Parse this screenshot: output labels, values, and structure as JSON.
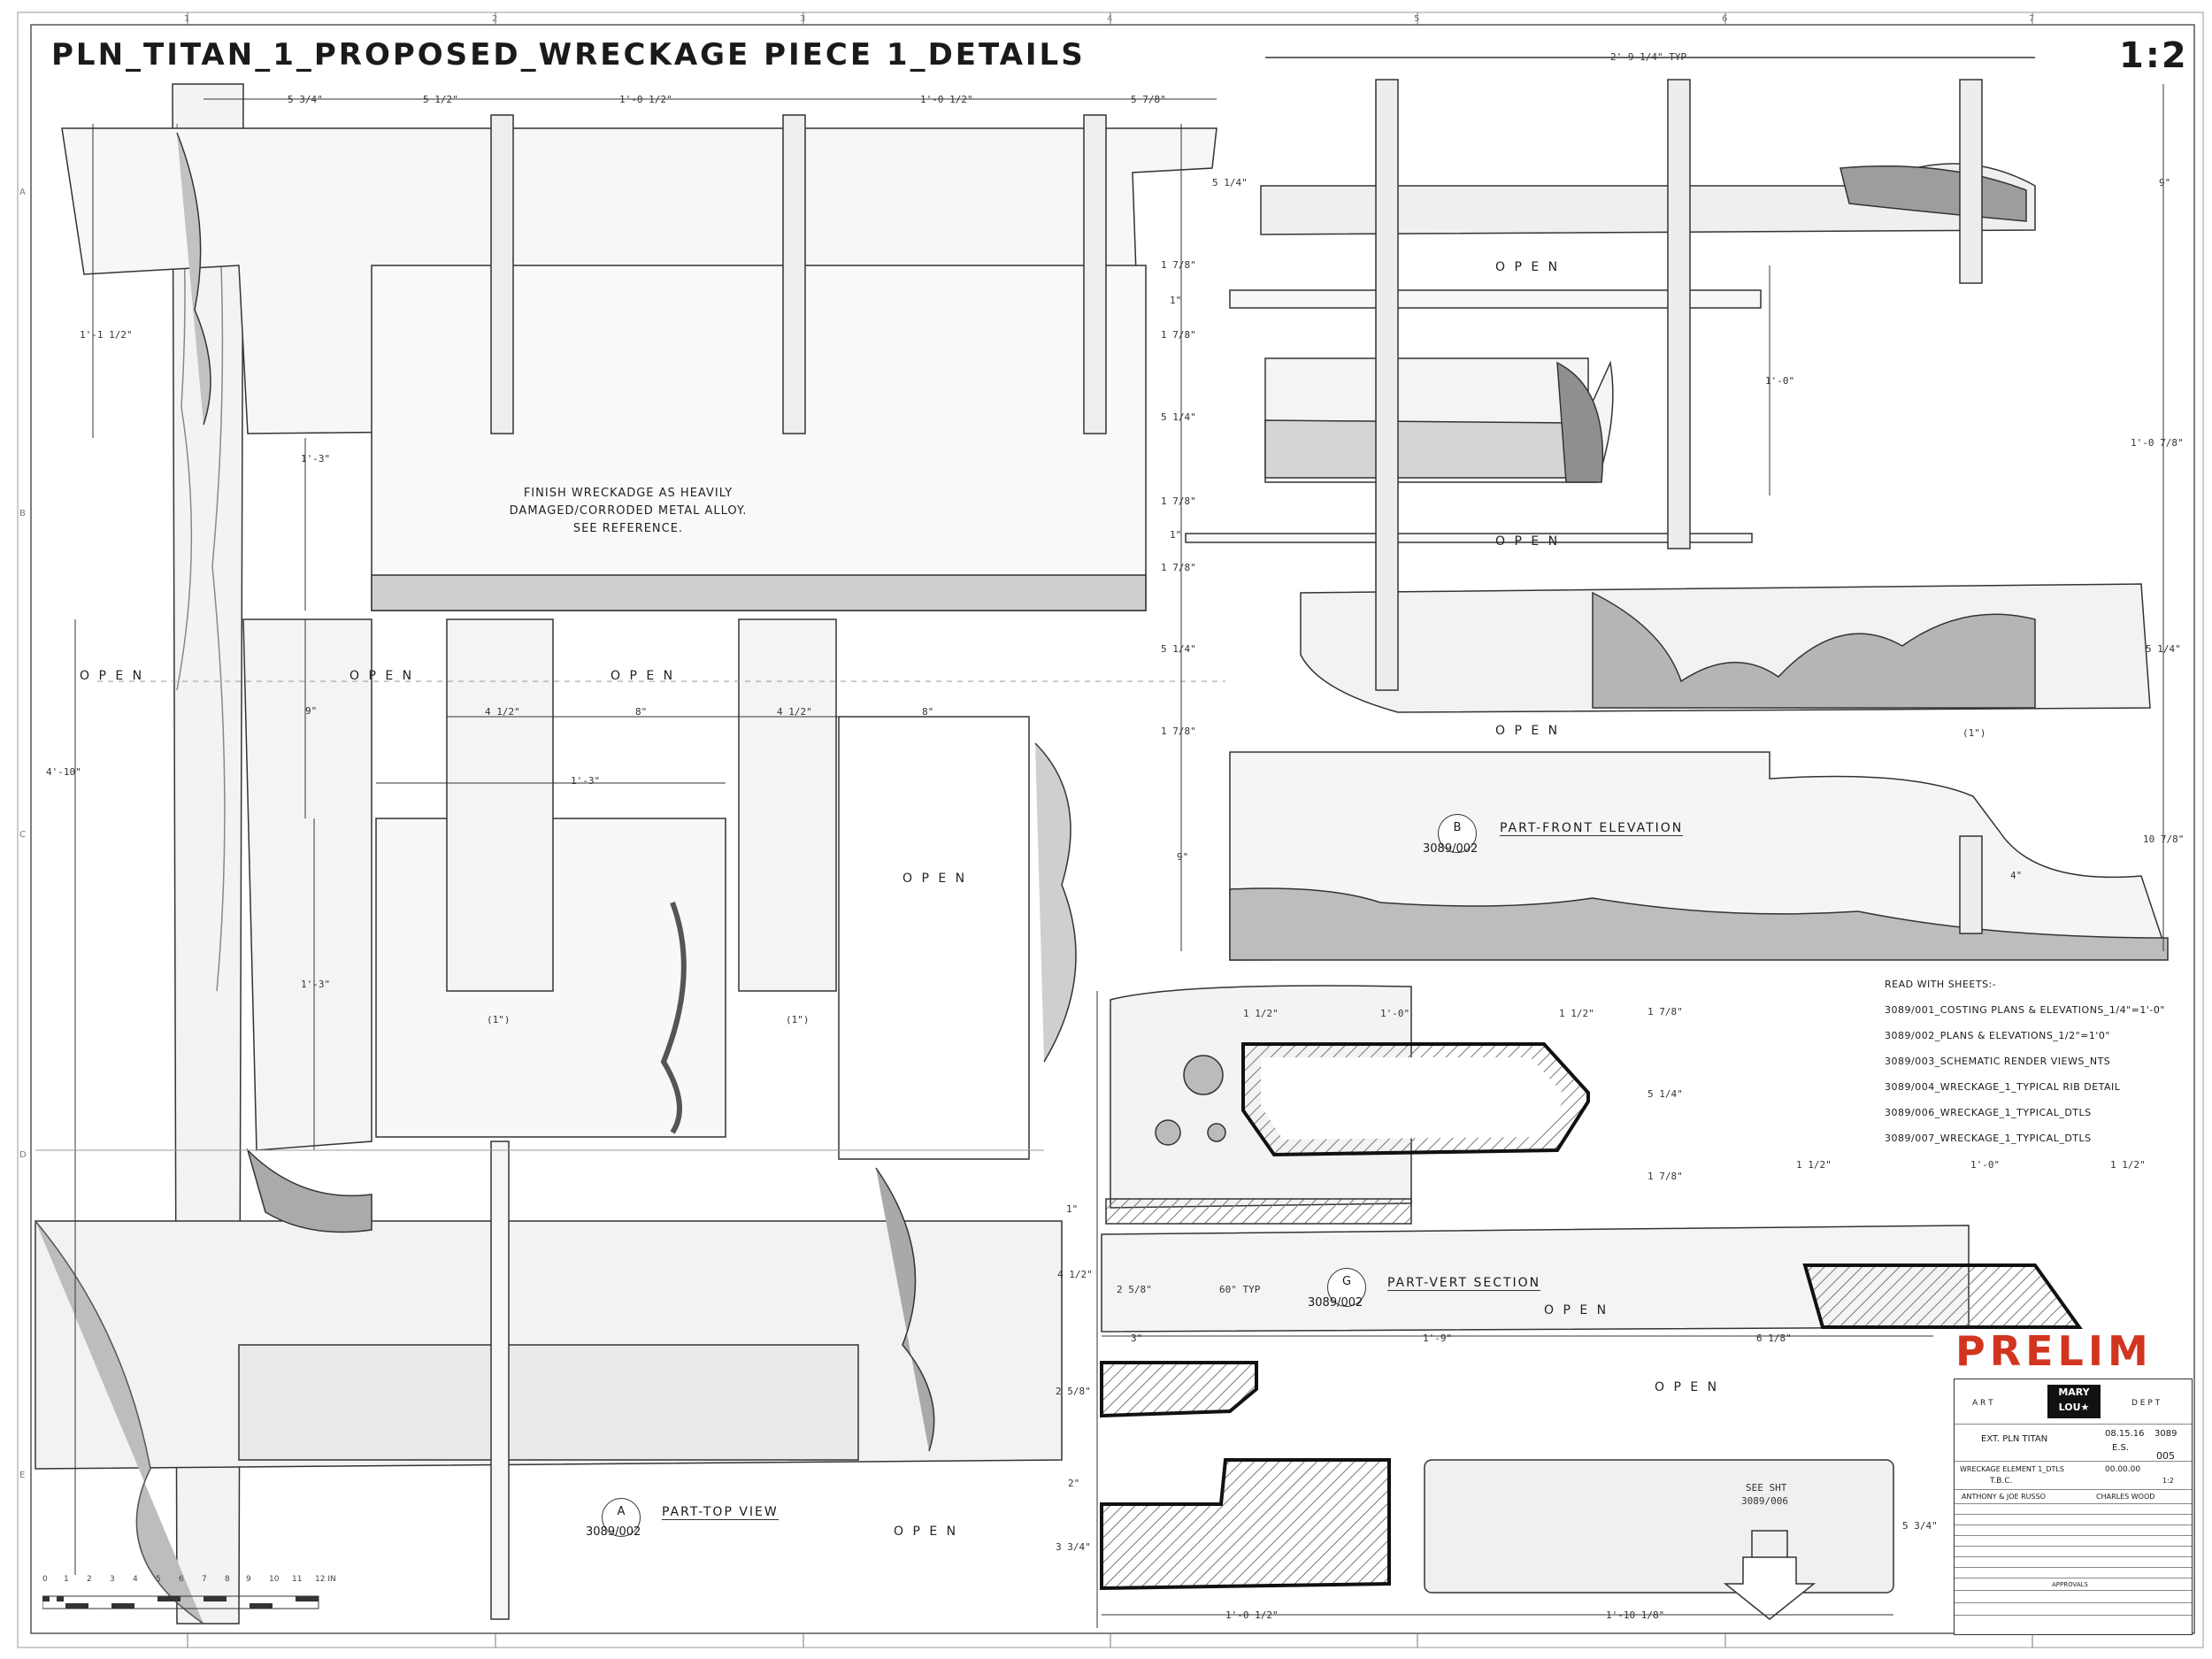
{
  "sheet": {
    "title": "PLN_TITAN_1_PROPOSED_WRECKAGE PIECE 1_DETAILS",
    "scale": "1:2",
    "stamp": "PRELIM",
    "note": [
      "FINISH WRECKADGE AS HEAVILY",
      "DAMAGED/CORRODED METAL ALLOY.",
      "SEE REFERENCE."
    ],
    "open_label": "O P E N",
    "grid_columns": [
      "1",
      "2",
      "3",
      "4",
      "5",
      "6",
      "7"
    ],
    "grid_rows": [
      "A",
      "B",
      "C",
      "D",
      "E"
    ],
    "scale_bar": [
      "0",
      "1",
      "2",
      "3",
      "4",
      "5",
      "6",
      "7",
      "8",
      "9",
      "10",
      "11",
      "12 IN"
    ]
  },
  "views": {
    "front": {
      "letter": "B",
      "name": "PART-FRONT ELEVATION",
      "sheet_ref": "3089/002"
    },
    "section": {
      "letter": "G",
      "name": "PART-VERT SECTION",
      "sheet_ref": "3089/002"
    },
    "top": {
      "letter": "A",
      "name": "PART-TOP VIEW",
      "sheet_ref": "3089/002"
    }
  },
  "dimensions": {
    "top_row": [
      "5 3/4\"",
      "5 1/2\"",
      "1'-0 1/2\"",
      "1'-0 1/2\"",
      "5 7/8\""
    ],
    "left": [
      "1'-1 1/2\"",
      "1'-3\"",
      "9\"",
      "4'-10\"",
      "1'-3\""
    ],
    "mid": [
      "4 1/2\"",
      "8\"",
      "4 1/2\"",
      "8\"",
      "1'-3\"",
      "(1\")",
      "(1\")"
    ],
    "front_top": "2'-9 1/4\" TYP",
    "front_left": [
      "5 1/4\"",
      "1 7/8\"",
      "1\"",
      "1 7/8\"",
      "5 1/4\"",
      "1 7/8\"",
      "1\"",
      "1 7/8\"",
      "5 1/4\"",
      "1 7/8\"",
      "9\""
    ],
    "front_right": [
      "9\"",
      "1'-0 7/8\"",
      "5 1/4\"",
      "10 7/8\"",
      "(1\")",
      "4\""
    ],
    "front_mid": "1'-0\"",
    "section": [
      "1 1/2\"",
      "1'-0\"",
      "1 1/2\"",
      "1 7/8\"",
      "5 1/4\"",
      "1 7/8\"",
      "1 1/2\"",
      "1'-0\"",
      "1 1/2\"",
      "1\"",
      "4 1/2\"",
      "2 5/8\"",
      "60° TYP",
      "3\"",
      "1'-9\"",
      "6 1/8\"",
      "2 5/8\"",
      "2\"",
      "3 3/4\"",
      "5 3/4\"",
      "1'-0 1/2\"",
      "1'-10 1/8\""
    ],
    "see_sht": [
      "SEE SHT",
      "3089/006"
    ]
  },
  "read_with": {
    "header": "READ WITH SHEETS:-",
    "items": [
      "3089/001_COSTING PLANS & ELEVATIONS_1/4\"=1'-0\"",
      "3089/002_PLANS & ELEVATIONS_1/2\"=1'0\"",
      "3089/003_SCHEMATIC RENDER VIEWS_NTS",
      "3089/004_WRECKAGE_1_TYPICAL RIB DETAIL",
      "3089/006_WRECKAGE_1_TYPICAL_DTLS",
      "3089/007_WRECKAGE_1_TYPICAL_DTLS"
    ]
  },
  "title_block": {
    "art": "A R T",
    "dept": "D E P T",
    "logo_top": "MARY",
    "logo_bottom": "LOU★",
    "set": "EXT. PLN TITAN",
    "date": "08.15.16",
    "number": "3089",
    "initials": "E.S.",
    "sheet_no": "005",
    "detail": "WRECKAGE ELEMENT 1_DTLS",
    "status": "T.B.C.",
    "rev": "00.00.00",
    "scale": "1:2",
    "directors": "ANTHONY & JOE RUSSO",
    "designer": "CHARLES WOOD",
    "approvals": "APPROVALS"
  },
  "colors": {
    "stamp": "#d2351f",
    "ink": "#1a1a1a",
    "shade": "#9a9a9a"
  }
}
